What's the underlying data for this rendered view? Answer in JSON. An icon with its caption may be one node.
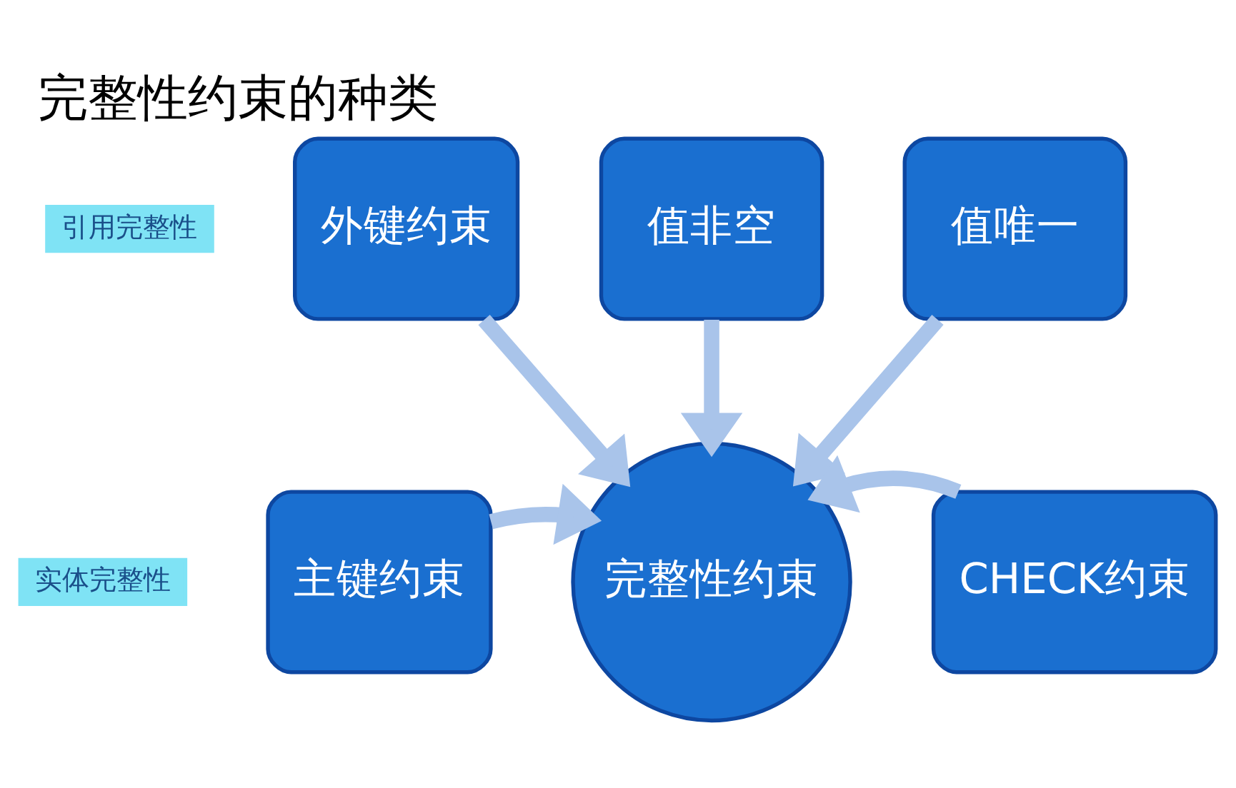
{
  "diagram": {
    "title": "完整性约束的种类",
    "nodes": [
      {
        "text": [
          "值非空"
        ]
      },
      {
        "text": [
          "外键约束"
        ],
        "beside": [
          "引用完整性"
        ]
      },
      {
        "text": [
          "值唯一"
        ]
      },
      {
        "text": [
          "主键约束"
        ],
        "beside": [
          "实体完整性"
        ]
      },
      {
        "text": [
          "完整性约束"
        ]
      },
      {
        "text": [
          "CHECK约束"
        ]
      }
    ],
    "edges": [
      {
        "from": 0,
        "to": 4,
        "arrow": "to"
      },
      {
        "from": 1,
        "to": 4,
        "arrow": "to"
      },
      {
        "from": 2,
        "to": 4,
        "arrow": "to"
      },
      {
        "from": 3,
        "to": 4,
        "arrow": "to"
      },
      {
        "from": 5,
        "to": 4,
        "arrow": "to"
      }
    ]
  }
}
